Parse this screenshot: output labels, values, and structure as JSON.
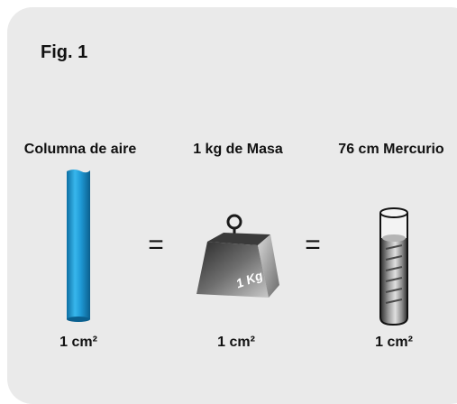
{
  "figure_label": "Fig. 1",
  "items": [
    {
      "caption": "Columna de aire",
      "unit": "1 cm²"
    },
    {
      "caption": "1 kg de Masa",
      "unit": "1 cm²",
      "weight_label": "1 Kg"
    },
    {
      "caption": "76 cm Mercurio",
      "unit": "1 cm²"
    }
  ],
  "operators": [
    "=",
    "="
  ],
  "colors": {
    "panel": "#eaeaea",
    "air_column": "#1f9ad6",
    "text": "#111111"
  }
}
